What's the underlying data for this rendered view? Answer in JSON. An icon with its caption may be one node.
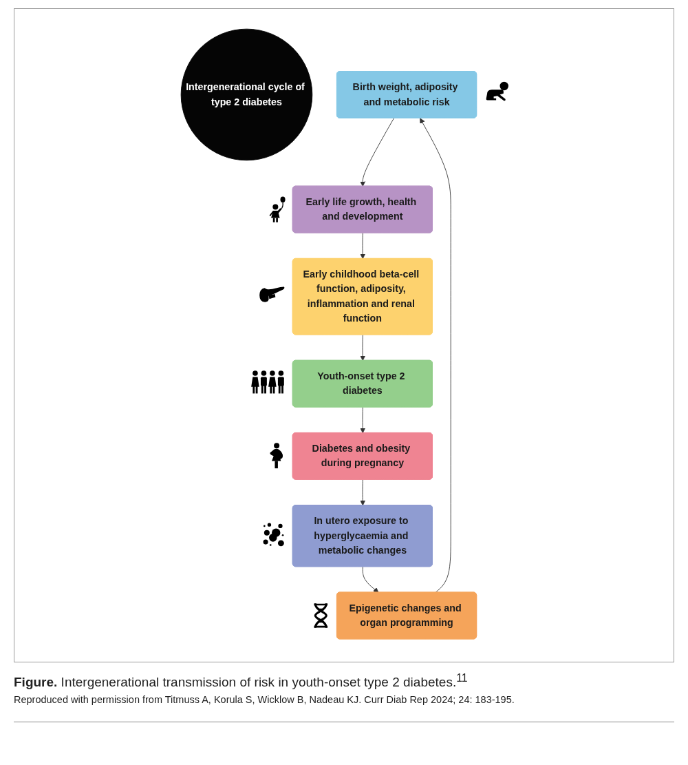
{
  "diagram": {
    "caption": "**Figure.** Intergenerational transmission of risk in youth-onset type 2 diabetes.$^{11}$",
    "nodes": [
      {
        "text": [
          "Intergenerational cycle of type 2 diabetes"
        ]
      },
      {
        "text": [
          "Birth weight, adiposity and metabolic risk"
        ]
      },
      {
        "text": [
          "Epigenetic changes and organ programming"
        ]
      },
      {
        "text": [
          "In utero exposure to hyperglycaemia and metabolic changes"
        ]
      },
      {
        "text": [
          "Diabetes and obesity during pregnancy"
        ]
      },
      {
        "text": [
          "Youth-onset type 2 diabetes"
        ]
      },
      {
        "text": [
          "Early childhood beta-cell function, adiposity, inflammation and renal function"
        ]
      },
      {
        "text": [
          "Early life growth, health and development"
        ]
      }
    ],
    "edges": [
      {
        "from": 1,
        "to": 7,
        "arrow": "to"
      },
      {
        "from": 7,
        "to": 6,
        "arrow": "to"
      },
      {
        "from": 6,
        "to": 5,
        "arrow": "to"
      },
      {
        "from": 5,
        "to": 4,
        "arrow": "to"
      },
      {
        "from": 4,
        "to": 3,
        "arrow": "to"
      },
      {
        "from": 3,
        "to": 2,
        "arrow": "to"
      },
      {
        "from": 2,
        "to": 1,
        "arrow": "to"
      }
    ],
    "labels": [
      "Reproduced with permission from Titmuss A, Korula S, Wicklow B, Nadeau KJ. Curr Diab Rep 2024; 24: 183-195."
    ]
  }
}
